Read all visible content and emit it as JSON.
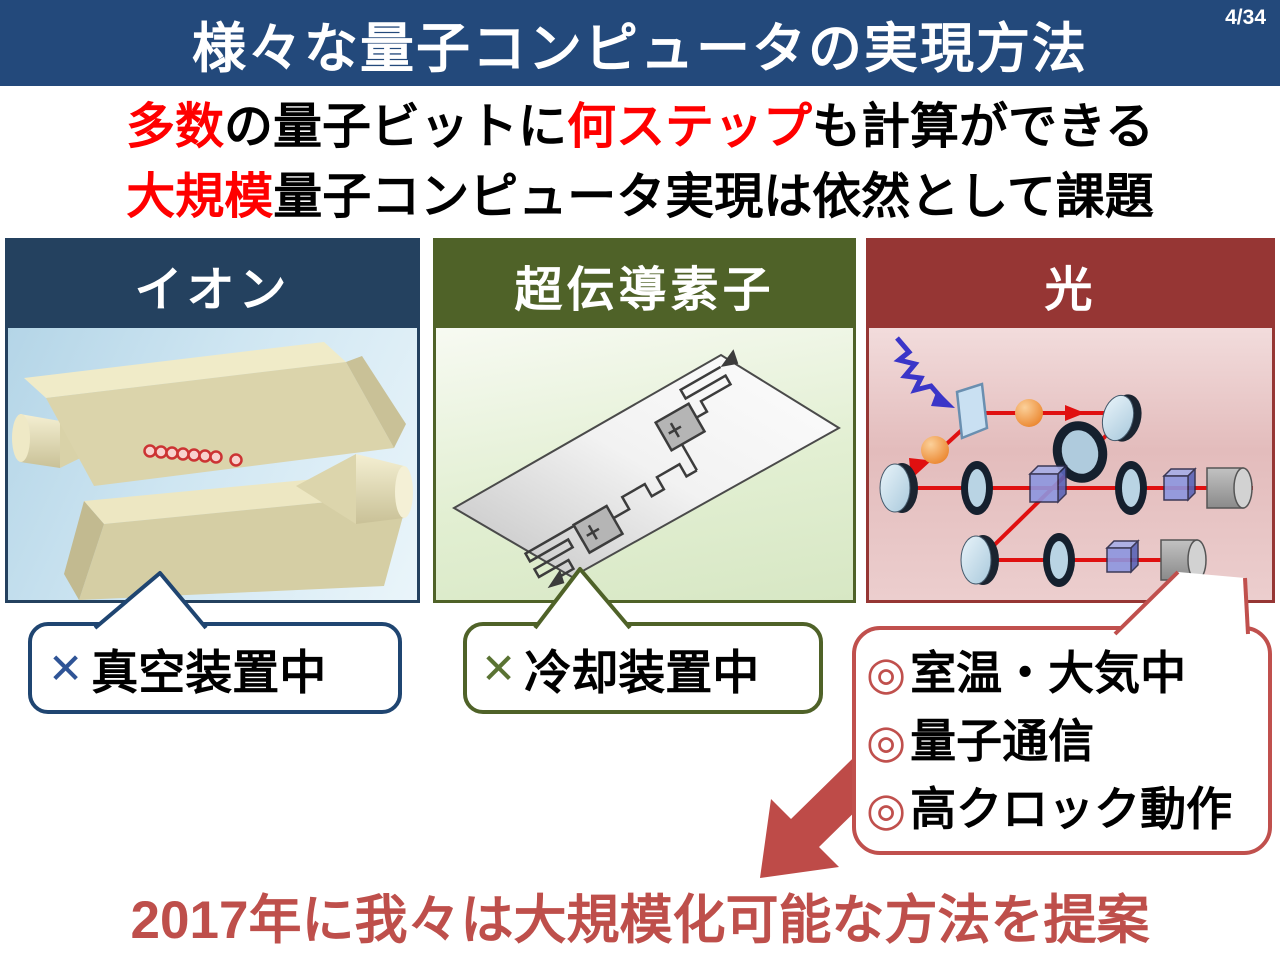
{
  "slide": {
    "page_number": "4/34",
    "title": "様々な量子コンピュータの実現方法",
    "headline": {
      "line1": {
        "seg1": "多数",
        "seg2": "の量子ビットに",
        "seg3": "何ステップ",
        "seg4": "も計算ができる"
      },
      "line2": {
        "seg1": "大規模",
        "seg2": "量子コンピュータ実現は依然として課題"
      }
    },
    "panels": {
      "ion": {
        "title": "イオン",
        "illustration": "ion-trap"
      },
      "superconducting": {
        "title": "超伝導素子",
        "illustration": "superconducting-chip"
      },
      "light": {
        "title": "光",
        "illustration": "optical-setup"
      }
    },
    "bubbles": {
      "ion": {
        "marker": "✕",
        "label": "真空装置中"
      },
      "superconducting": {
        "marker": "✕",
        "label": "冷却装置中"
      },
      "light": {
        "items": [
          {
            "marker": "◎",
            "label": "室温・大気中"
          },
          {
            "marker": "◎",
            "label": "量子通信"
          },
          {
            "marker": "◎",
            "label": "高クロック動作"
          }
        ]
      }
    },
    "conclusion": "2017年に我々は大規模化可能な方法を提案",
    "colors": {
      "title_bar_bg": "#23497B",
      "highlight_red": "#FF0000",
      "ion_header_bg": "#24415F",
      "superconducting_header_bg": "#4F6228",
      "light_header_bg": "#963634",
      "ion_bubble_border": "#1F4571",
      "superconducting_bubble_border": "#4F6228",
      "light_bubble_border": "#C0504D",
      "conclusion_text": "#BE4F4B",
      "arrow": "#BE4B48"
    }
  }
}
